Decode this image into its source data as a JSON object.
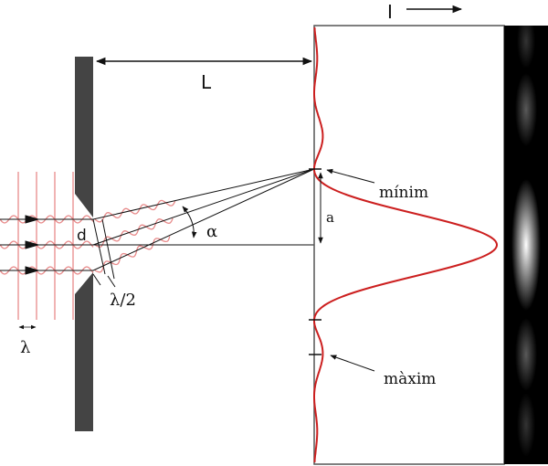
{
  "title": "Single-slit diffraction",
  "labels": {
    "intensity": "I",
    "distance": "L",
    "minimum": "mínim",
    "maximum": "màxim",
    "offset": "a",
    "angle": "α",
    "slit_width": "d",
    "half_wavelength": "λ/2",
    "wavelength": "λ"
  },
  "colors": {
    "wave": "#e88a8a",
    "curve": "#cc1f1f",
    "barrier": "#444444",
    "strip": "#000000"
  }
}
